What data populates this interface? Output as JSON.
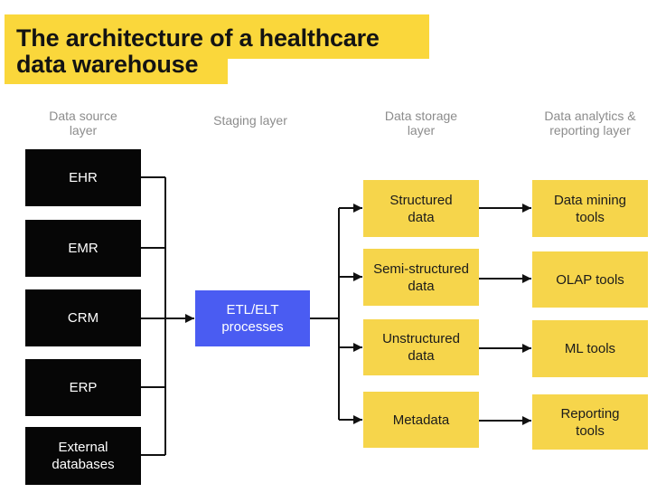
{
  "title": {
    "line1": "The architecture of a healthcare",
    "line2": "data warehouse"
  },
  "column_headers": [
    {
      "label": "Data source layer"
    },
    {
      "label": "Staging layer"
    },
    {
      "label": "Data storage layer"
    },
    {
      "label": "Data analytics & reporting layer"
    }
  ],
  "source_layer": {
    "items": [
      {
        "label": "EHR"
      },
      {
        "label": "EMR"
      },
      {
        "label": "CRM"
      },
      {
        "label": "ERP"
      },
      {
        "label": "External databases"
      }
    ]
  },
  "staging_layer": {
    "etl_box_label": "ETL/ELT processes"
  },
  "storage_layer": {
    "items": [
      {
        "label": "Structured data"
      },
      {
        "label": "Semi-structured data"
      },
      {
        "label": "Unstructured data"
      },
      {
        "label": "Metadata"
      }
    ]
  },
  "analytics_layer": {
    "items": [
      {
        "label": "Data mining tools"
      },
      {
        "label": "OLAP tools"
      },
      {
        "label": "ML tools"
      },
      {
        "label": "Reporting tools"
      }
    ]
  },
  "colors": {
    "title_bg": "#FAD73B",
    "title_text": "#131313",
    "header_text": "#8C8C8C",
    "source_box_bg": "#060606",
    "source_box_text": "#FFFFFF",
    "staging_box_bg": "#4A5CF2",
    "staging_box_text": "#FFFFFF",
    "warehouse_box_bg": "#F6D54B",
    "warehouse_box_text": "#1B1B1B",
    "connector": "#111111"
  }
}
